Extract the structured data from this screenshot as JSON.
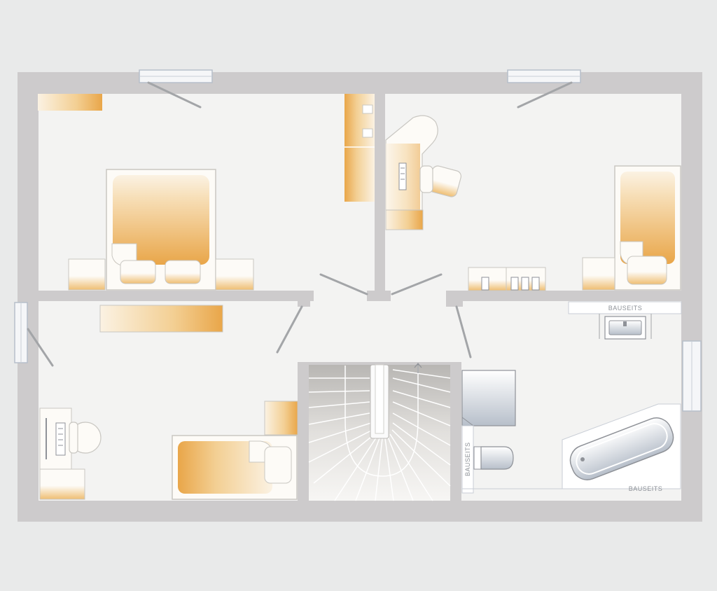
{
  "colors": {
    "background": "#e9eaea",
    "wall": "#cdcbcc",
    "floor": "#f3f3f2",
    "furniture_warm": "#e9a649",
    "furniture_light": "#fdfbf7",
    "furniture_outline": "#c9c7c2",
    "fixture_gray": "#b7bfca",
    "line": "#a3a5a8"
  },
  "labels": {
    "washbasin_note": "BAUSEITS",
    "wc_note": "BAUSEITS",
    "bathtub_note": "BAUSEITS"
  },
  "rooms": [
    {
      "id": "bedroom",
      "furniture": [
        "double-bed",
        "nightstand-left",
        "nightstand-right",
        "wardrobe",
        "shelf"
      ]
    },
    {
      "id": "kids-room-right",
      "furniture": [
        "single-bed",
        "nightstand",
        "corner-desk",
        "chair",
        "dresser"
      ]
    },
    {
      "id": "kids-room-left",
      "furniture": [
        "single-bed",
        "desk",
        "chair",
        "shelf",
        "cabinet"
      ]
    },
    {
      "id": "hallway",
      "furniture": [
        "staircase"
      ]
    },
    {
      "id": "bathroom",
      "furniture": [
        "washbasin",
        "shower",
        "toilet",
        "bathtub"
      ]
    }
  ]
}
